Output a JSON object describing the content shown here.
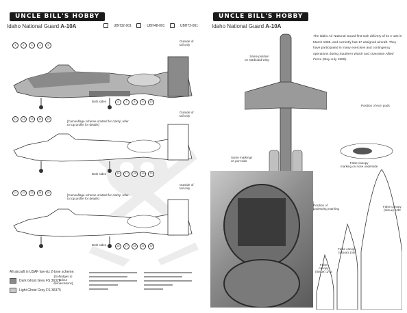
{
  "left": {
    "banner": "UNCLE BILL'S HOBBY",
    "subtitle_prefix": "Idaho National Guard",
    "subtitle_model": "A-10A",
    "skus": [
      "UBH32-001",
      "UBH48-001",
      "UBH72-001"
    ],
    "outside_label": "Outside of\ntail only",
    "outside_label_2": "Outside of\ntail only",
    "outside_label_3": "Outside of\ntail only",
    "both_sides": "Both sides",
    "camo_note": "[Camouflage scheme omitted for clarity; refer\nto top profile for details]",
    "legend_title": "All aircraft in USAF low-viz 2-tone scheme:",
    "legend_items": [
      {
        "label": "Dark Ghost Grey FS 36320",
        "color": "#8a8a8a"
      },
      {
        "label": "Light Ghost Grey FS 36375",
        "color": "#c9c9c9"
      }
    ],
    "legend_note": "[Softedges to\ncolour\ndemarcations]",
    "callouts": [
      "1",
      "2",
      "3",
      "4",
      "5",
      "6",
      "7",
      "8",
      "9",
      "10",
      "11",
      "12",
      "13",
      "14",
      "15",
      "16",
      "17",
      "18",
      "19",
      "20",
      "21",
      "22",
      "23",
      "24",
      "25",
      "26",
      "27",
      "28",
      "29",
      "30"
    ]
  },
  "right": {
    "banner": "UNCLE BILL'S HOBBY",
    "subtitle_prefix": "Idaho National Guard",
    "subtitle_model": "A-10A",
    "history_part1": "The Idaho Air National Guard first took delivery of its A-10s in March 1996, and currently has 17 assigned aircraft. They have participated in many exercises and contingency operations during ",
    "history_op1": "Southern Watch",
    "history_and": " and ",
    "history_op2": "Operation Allied Force",
    "history_end": " (May-July 1999).",
    "label_same_position": "Same position\non starboard wing",
    "label_ecm": "Position of ecm pods",
    "label_same_markings": "Same markings\non port side",
    "label_false_canopy_marking": "False canopy\nmarking on nose underside",
    "label_underwing": "Position of\nunderwing marking",
    "canopy_labels": [
      "False canopy\n(tissue) 1/32",
      "False canopy\n(tissue) 1/48",
      "False\ncanopy\n(tissue) 1/72"
    ]
  },
  "colors": {
    "dark_ghost": "#8a8a8a",
    "light_ghost": "#c9c9c9",
    "banner_bg": "#1a1a1a"
  }
}
